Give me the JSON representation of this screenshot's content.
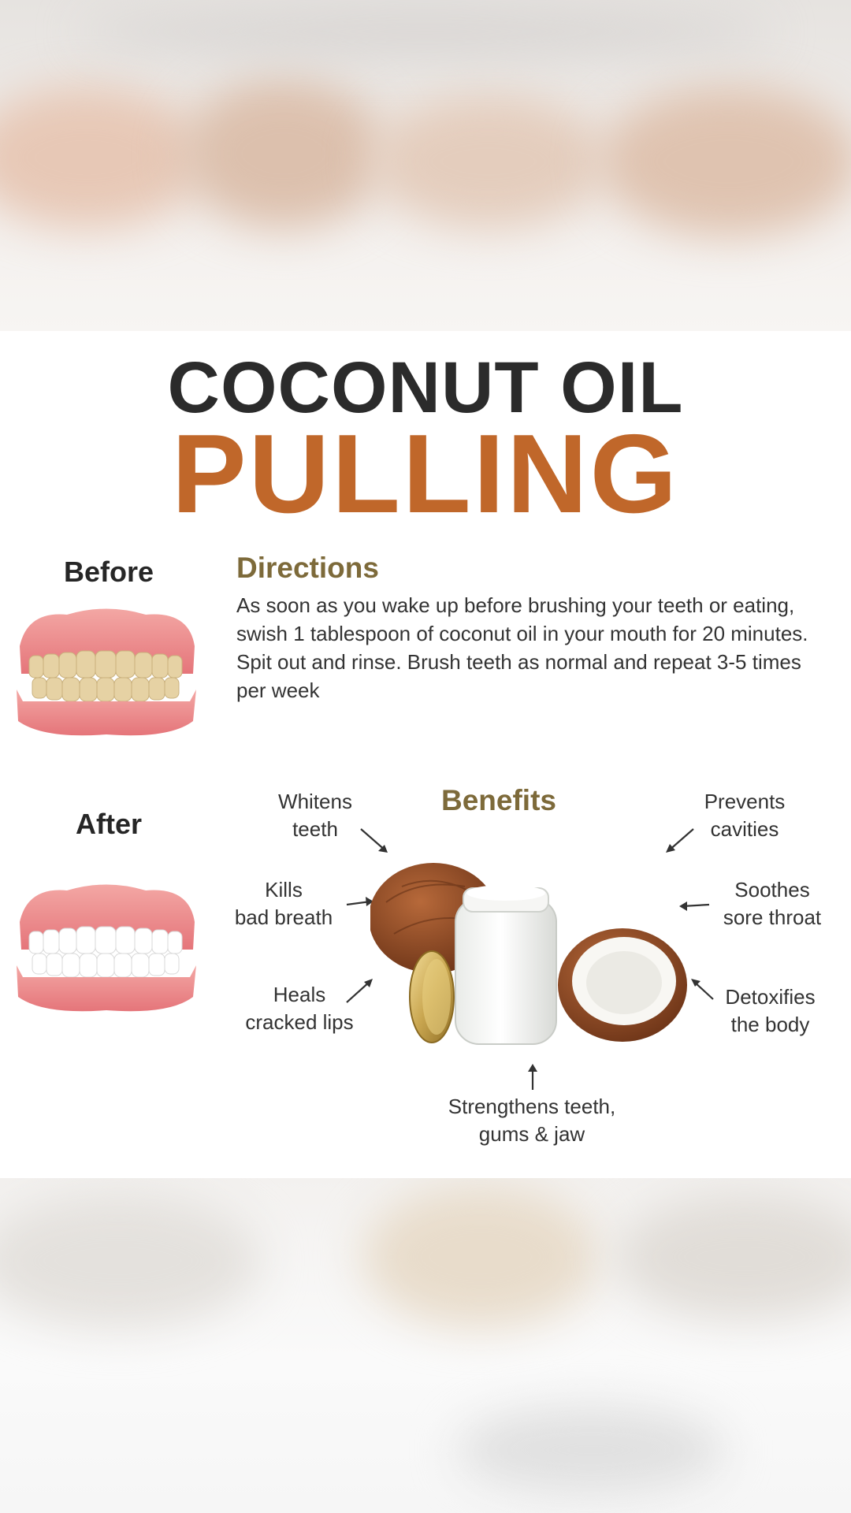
{
  "title": {
    "line1": "COCONUT OIL",
    "line2": "PULLING"
  },
  "labels": {
    "before": "Before",
    "after": "After"
  },
  "directions": {
    "heading": "Directions",
    "text": "As soon as you wake up before brushing your teeth or eating, swish 1 tablespoon of coconut oil in your mouth for 20 minutes. Spit out and rinse. Brush teeth as normal and repeat 3-5 times per week"
  },
  "benefits": {
    "heading": "Benefits",
    "whitens": [
      "Whitens",
      "teeth"
    ],
    "kills": [
      "Kills",
      "bad breath"
    ],
    "heals": [
      "Heals",
      "cracked lips"
    ],
    "prevents": [
      "Prevents",
      "cavities"
    ],
    "soothes": [
      "Soothes",
      "sore throat"
    ],
    "detoxifies": [
      "Detoxifies",
      "the body"
    ],
    "strengthens": [
      "Strengthens teeth,",
      "gums & jaw"
    ]
  },
  "colors": {
    "accent": "#c0672a",
    "heading": "#7d6a3a",
    "title": "#2b2b2b"
  }
}
